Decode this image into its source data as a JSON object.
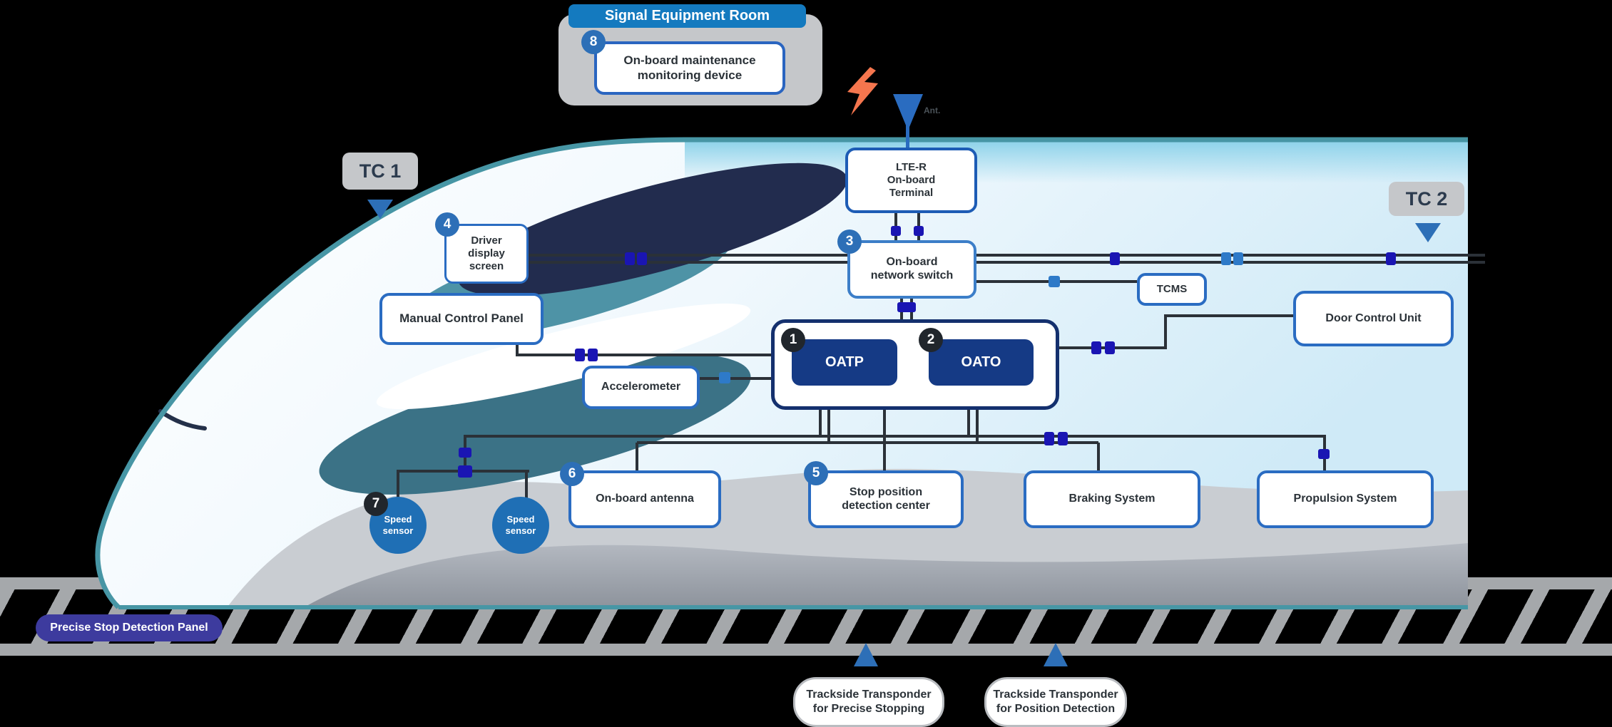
{
  "colors": {
    "accent_blue": "#2a6cc2",
    "dark_navy_box": "#153a85",
    "header_blue": "#147abf",
    "connector_navy": "#1a15b3",
    "connector_light_blue": "#2e7ac8",
    "sensor_blue": "#1f6fb5",
    "panel_indigo": "#3d3b9e",
    "train_teal": "#4796a5",
    "track_gray": "#a5a8ab",
    "bolt_orange": "#f5764e"
  },
  "signal_room": {
    "title": "Signal Equipment Room",
    "device": {
      "number": "8",
      "label": "On-board maintenance\nmonitoring device"
    }
  },
  "antenna_label": "Ant.",
  "train_cars": {
    "tc1": "TC 1",
    "tc2": "TC 2"
  },
  "nodes": {
    "lte_r": {
      "label": "LTE-R\nOn-board\nTerminal"
    },
    "network_switch": {
      "number": "3",
      "label": "On-board\nnetwork switch"
    },
    "driver_display": {
      "number": "4",
      "label": "Driver\ndisplay\nscreen"
    },
    "manual_panel": {
      "label": "Manual Control Panel"
    },
    "accelerometer": {
      "label": "Accelerometer"
    },
    "oatp": {
      "number": "1",
      "label": "OATP"
    },
    "oato": {
      "number": "2",
      "label": "OATO"
    },
    "tcms": {
      "label": "TCMS"
    },
    "door_control": {
      "label": "Door Control Unit"
    },
    "speed_sensor_1": {
      "number": "7",
      "label": "Speed\nsensor"
    },
    "speed_sensor_2": {
      "label": "Speed\nsensor"
    },
    "on_board_antenna": {
      "number": "6",
      "label": "On-board antenna"
    },
    "stop_position": {
      "number": "5",
      "label": "Stop position\ndetection center"
    },
    "braking": {
      "label": "Braking System"
    },
    "propulsion": {
      "label": "Propulsion System"
    }
  },
  "track": {
    "panel": "Precise Stop Detection Panel",
    "transponder_precise": "Trackside Transponder\nfor Precise Stopping",
    "transponder_position": "Trackside Transponder\nfor Position Detection"
  }
}
